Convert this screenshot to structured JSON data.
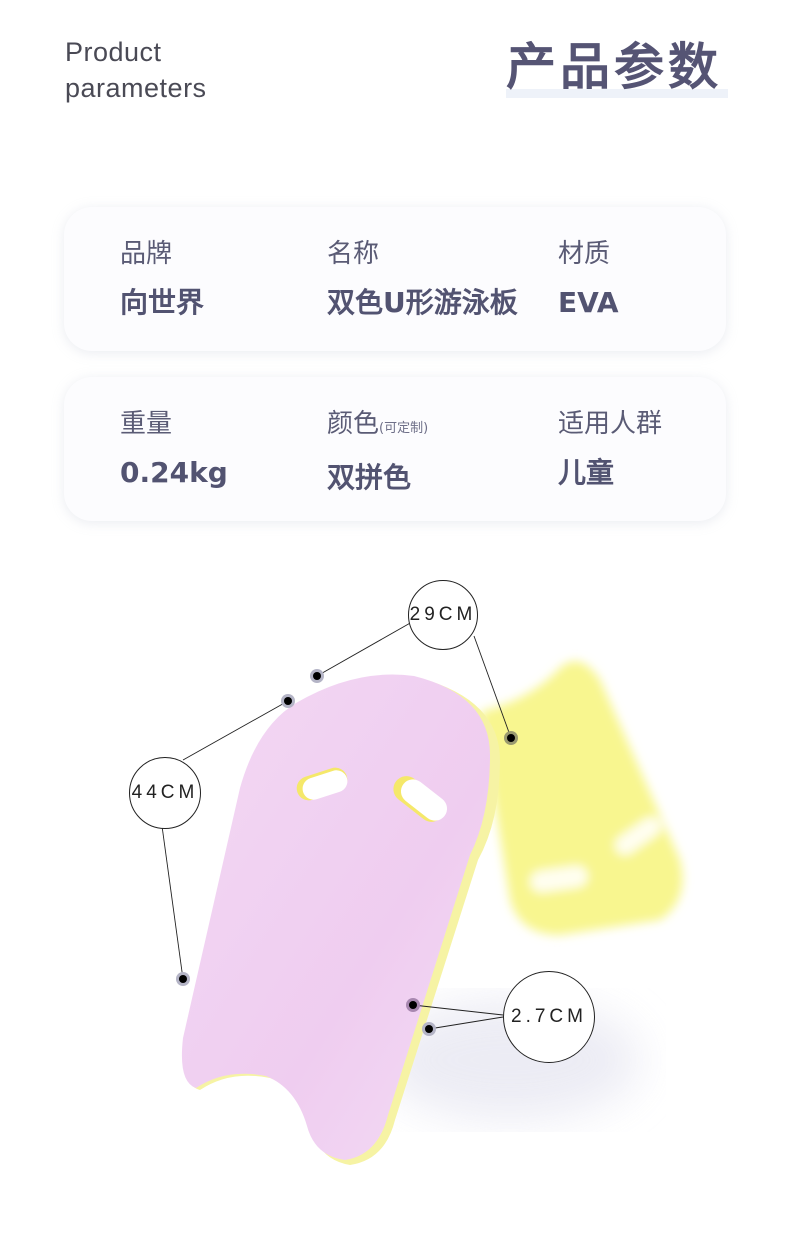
{
  "header": {
    "en_title_line1": "Product",
    "en_title_line2": "parameters",
    "cn_title": "产品参数"
  },
  "params": {
    "row1": [
      {
        "label": "品牌",
        "value": "向世界"
      },
      {
        "label": "名称",
        "value": "双色U形游泳板"
      },
      {
        "label": "材质",
        "value": "EVA"
      }
    ],
    "row2": [
      {
        "label": "重量",
        "value": "0.24kg"
      },
      {
        "label": "颜色",
        "label_note": "(可定制)",
        "value": "双拼色"
      },
      {
        "label": "适用人群",
        "value": "儿童"
      }
    ]
  },
  "dimensions": {
    "width": "29CM",
    "length": "44CM",
    "thickness": "2.7CM"
  },
  "colors": {
    "text_primary": "#525371",
    "board_front": "#f0d2f2",
    "board_back": "#f8f69a",
    "card_bg": "#fcfcfe"
  }
}
